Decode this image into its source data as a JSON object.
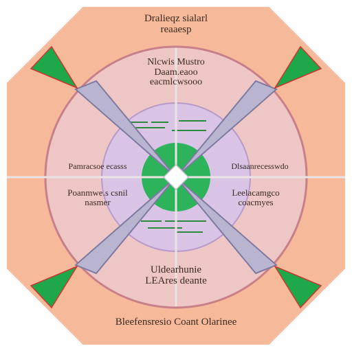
{
  "diagram": {
    "title_lines": [
      "Dralieqz sialarl",
      "reaaesp"
    ],
    "top_label_lines": [
      "Nlcwis Mustro",
      "Daam.eaoo",
      "eacmlcwsooo"
    ],
    "left_label": "Pamracsoe ecasss",
    "right_label": "Dlsaanrecesswdo",
    "mid_left_label_lines": [
      "Poanmwe.s csnil",
      "nasmer"
    ],
    "mid_right_label_lines": [
      "Leelacamgco",
      "coacmyes"
    ],
    "bottom_label_lines": [
      "Uldearhunie",
      "LEAres deante"
    ],
    "footer_label": "Bleefensresio Coant Olarinee",
    "colors": {
      "outer_fill": "#f6b99a",
      "ring_fill": "#efc6c6",
      "ring_stroke": "#c77f8a",
      "inner_fill": "#d9c4e6",
      "center_green": "#2db35a",
      "arrow_green": "#1fa84a",
      "blade_fill": "#b9b4cf",
      "axis_line": "#e9e3e3"
    },
    "icons": [
      "green-arrow-icon",
      "blade-icon",
      "center-diamond-icon",
      "circuit-pattern-icon"
    ]
  }
}
